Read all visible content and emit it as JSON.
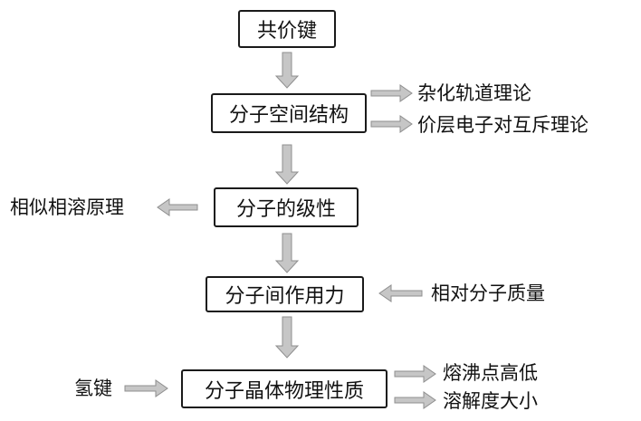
{
  "colors": {
    "arrow": "#c6c6c6",
    "arrow_outline": "#8f8f8f",
    "box_border": "#1a1a1a",
    "text": "#111111"
  },
  "nodes": {
    "covalent": "共价键",
    "spatial": "分子空间结构",
    "polarity": "分子的级性",
    "intermolecular": "分子间作用力",
    "physical": "分子晶体物理性质"
  },
  "labels": {
    "hybrid": "杂化轨道理论",
    "vsepr": "价层电子对互斥理论",
    "like_dissolves": "相似相溶原理",
    "rel_mass": "相对分子质量",
    "hbond": "氢键",
    "mp_bp": "熔沸点高低",
    "solubility": "溶解度大小"
  }
}
